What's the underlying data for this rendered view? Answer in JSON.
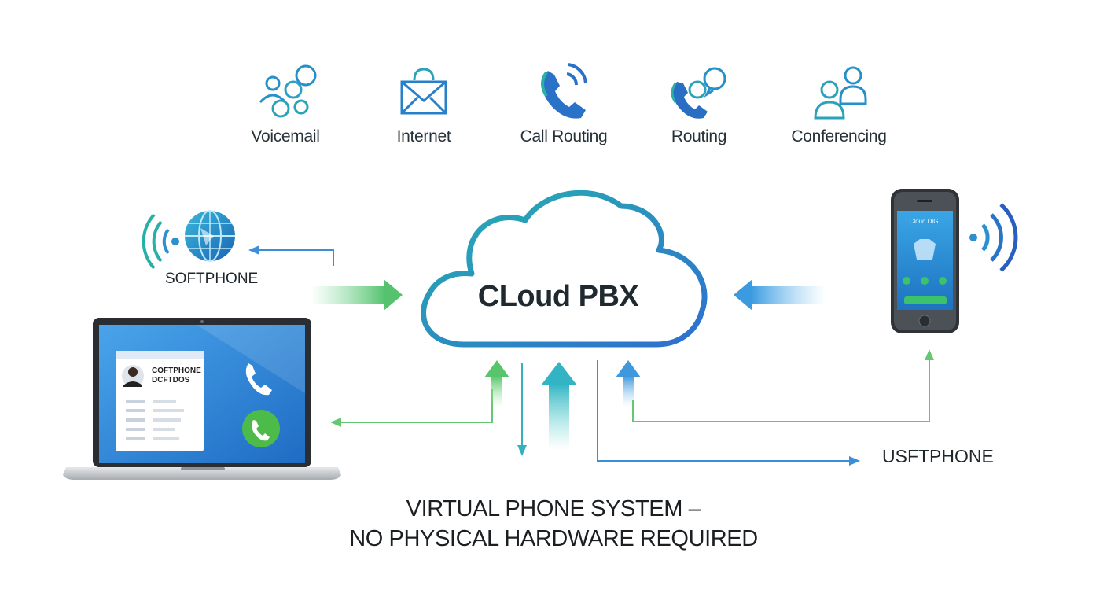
{
  "features": [
    {
      "label": "Voicemail",
      "icon": "chat-bubbles-users-icon"
    },
    {
      "label": "Internet",
      "icon": "envelope-icon"
    },
    {
      "label": "Call Routing",
      "icon": "phone-handset-icon"
    },
    {
      "label": "Routing",
      "icon": "phone-chat-icon"
    },
    {
      "label": "Conferencing",
      "icon": "users-icon"
    }
  ],
  "cloud": {
    "label": "CLoud PBX"
  },
  "softphone_label": "SOFTPHONE",
  "usftphone_label": "USFTPHONE",
  "laptop": {
    "contact_line1": "COFTPHONE",
    "contact_line2": "DCFTDOS"
  },
  "mobile": {
    "screen_title": "Cloud DiG"
  },
  "tagline": {
    "line1": "VIRTUAL PHONE SYSTEM –",
    "line2": "NO PHYSICAL HARDWARE REQUIRED"
  },
  "colors": {
    "blue": "#2a73c9",
    "teal": "#22a6b8",
    "green": "#5bc46a"
  }
}
